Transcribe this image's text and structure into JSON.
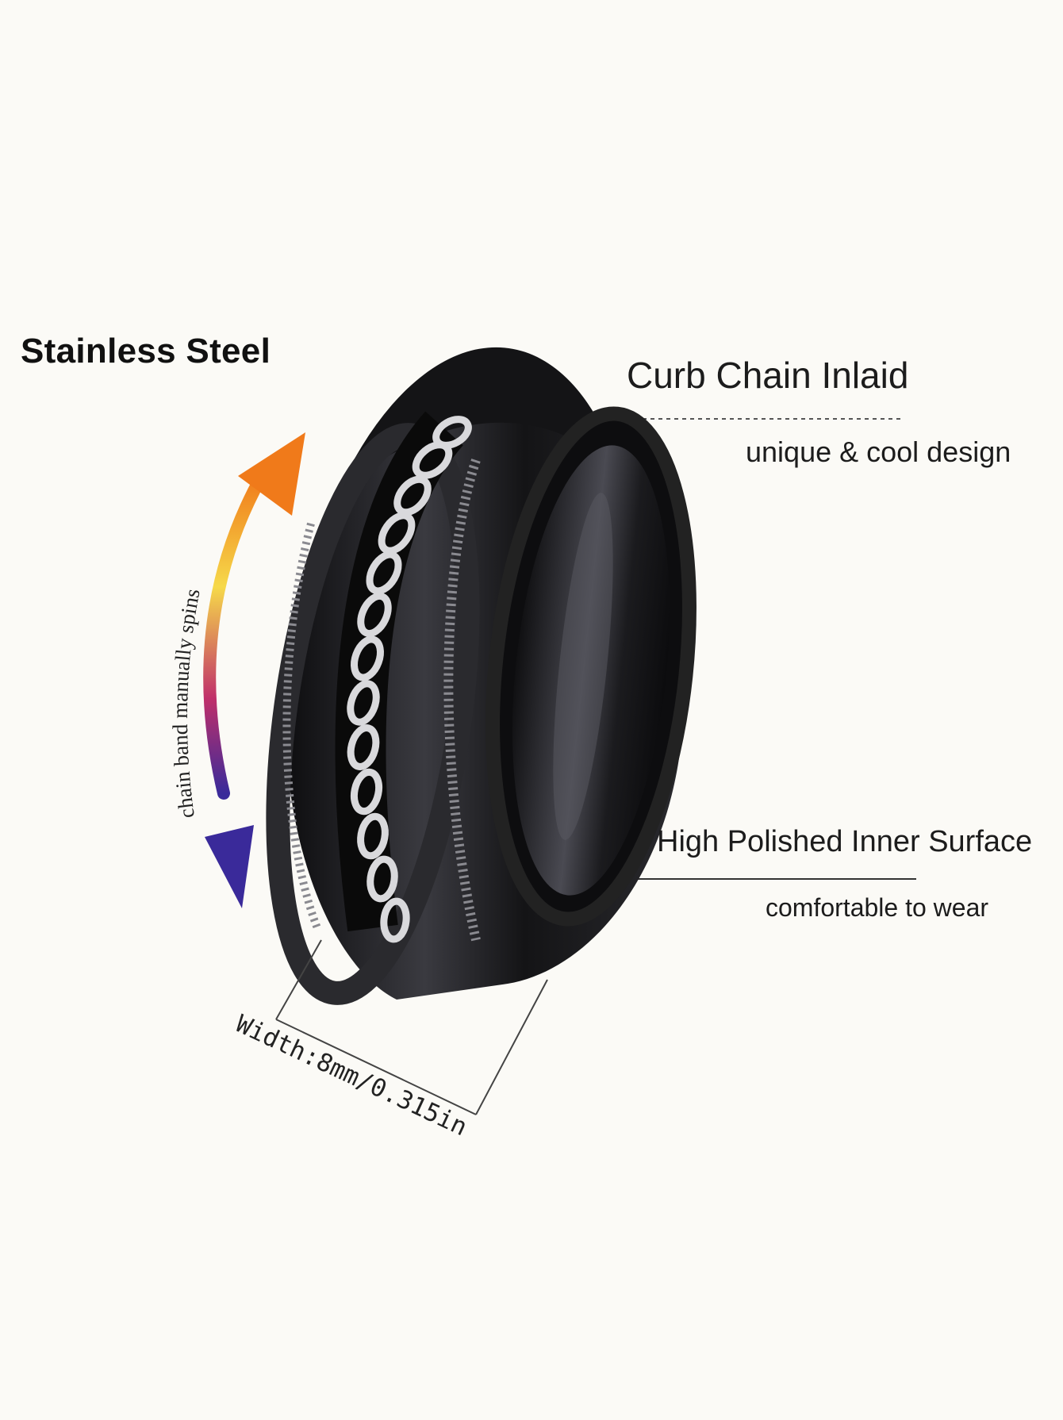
{
  "labels": {
    "material": "Stainless Steel",
    "chain_title": "Curb Chain Inlaid",
    "chain_subtitle": "unique & cool design",
    "inner_title": "High Polished Inner Surface",
    "inner_subtitle": "comfortable to wear",
    "spin_note": "chain band manually spins",
    "width_note": "Width:8mm/0.315in"
  },
  "colors": {
    "background": "#fbfaf6",
    "ring_body": "#1b1b1e",
    "chain_highlight": "#d9d9dc",
    "arrow_top": "#f07a1a",
    "arrow_mid": "#f6d94a",
    "arrow_low": "#c0306a",
    "arrow_bottom": "#3a2a9a"
  }
}
